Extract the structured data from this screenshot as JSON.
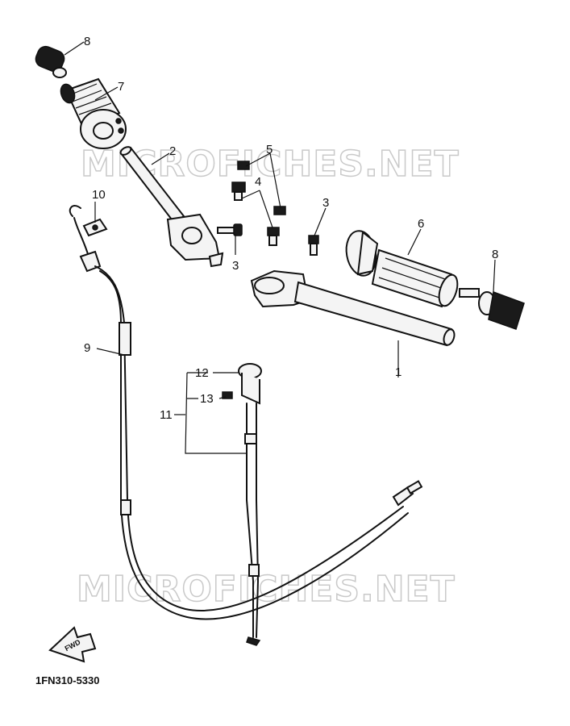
{
  "watermark": "MICROFICHES.NET",
  "diagram_code": "1FN310-5330",
  "fwd_label": "FWD",
  "callouts": {
    "c1": "1",
    "c2": "2",
    "c3a": "3",
    "c3b": "3",
    "c4": "4",
    "c5": "5",
    "c6": "6",
    "c7": "7",
    "c8a": "8",
    "c8b": "8",
    "c9": "9",
    "c10": "10",
    "c11": "11",
    "c12": "12",
    "c13": "13"
  }
}
